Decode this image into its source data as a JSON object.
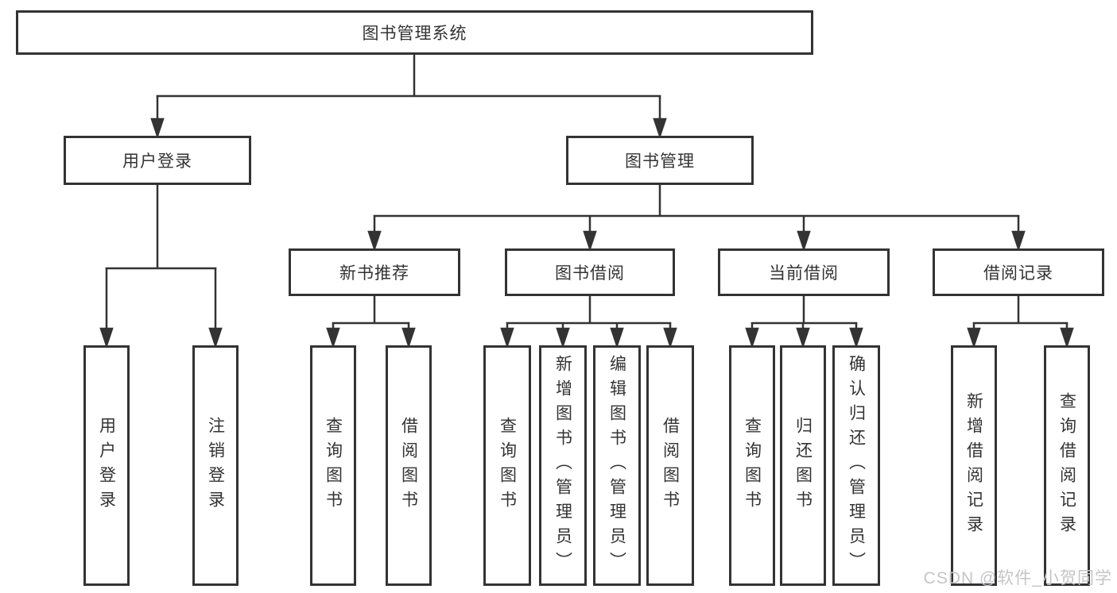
{
  "colors": {
    "line": "#333333",
    "border": "#333333",
    "text": "#333333",
    "background": "#ffffff",
    "watermark": "#c3c5c8"
  },
  "root": {
    "label": "图书管理系统"
  },
  "level2": [
    {
      "label": "用户登录"
    },
    {
      "label": "图书管理"
    }
  ],
  "level3": [
    {
      "label": "新书推荐"
    },
    {
      "label": "图书借阅"
    },
    {
      "label": "当前借阅"
    },
    {
      "label": "借阅记录"
    }
  ],
  "leaves": {
    "user_login": [
      {
        "label": "用户登录"
      },
      {
        "label": "注销登录"
      }
    ],
    "new_books": [
      {
        "label": "查询图书"
      },
      {
        "label": "借阅图书"
      }
    ],
    "book_borrow": [
      {
        "label": "查询图书"
      },
      {
        "label": "新增图书（管理员）"
      },
      {
        "label": "编辑图书（管理员）"
      },
      {
        "label": "借阅图书"
      }
    ],
    "current_borrow": [
      {
        "label": "查询图书"
      },
      {
        "label": "归还图书"
      },
      {
        "label": "确认归还（管理员）"
      }
    ],
    "borrow_records": [
      {
        "label": "新增借阅记录"
      },
      {
        "label": "查询借阅记录"
      }
    ]
  },
  "watermark": "CSDN @软件_小贺同学"
}
